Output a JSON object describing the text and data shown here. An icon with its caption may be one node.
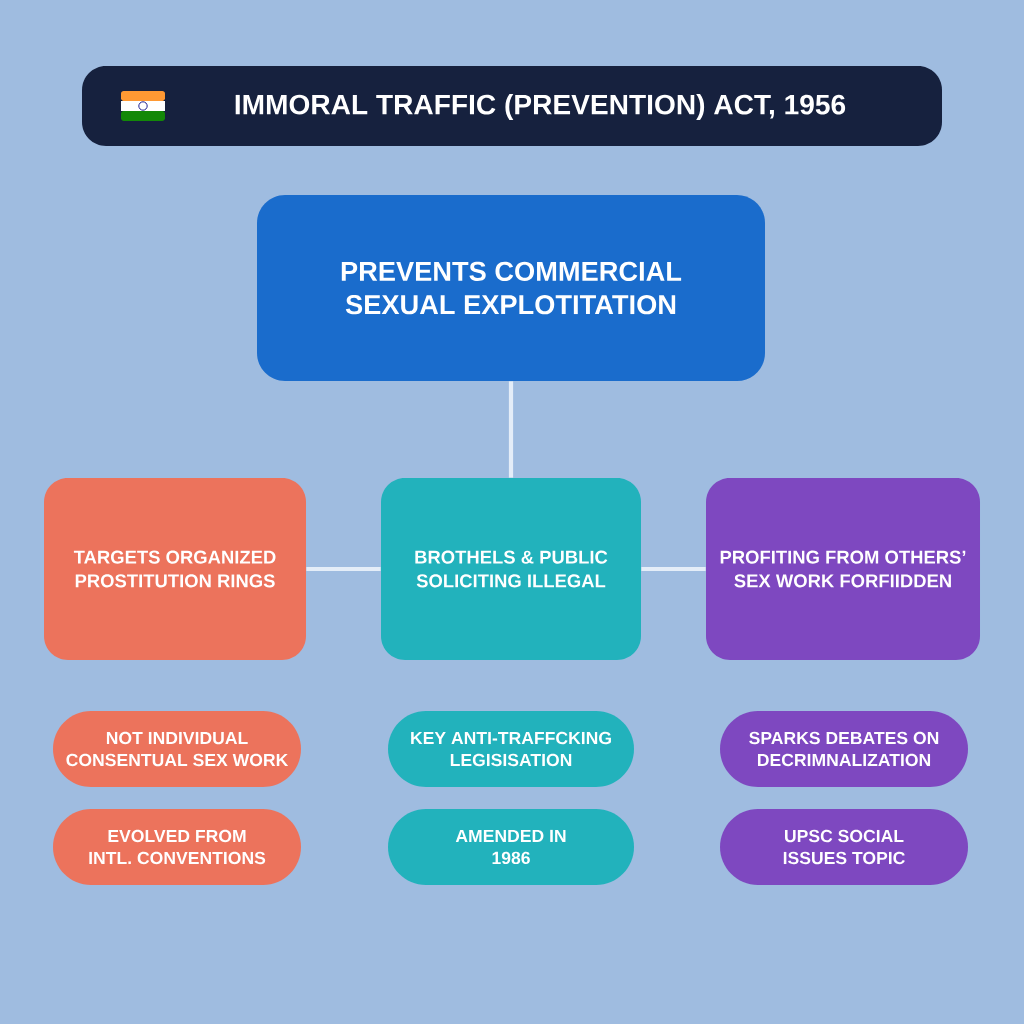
{
  "diagram": {
    "title": "IMMORAL TRAFFIC (PREVENTION) ACT, 1956",
    "nodes": [
      {
        "text": [
          "PREVENTS COMMERCIAL SEXUAL EXPLOTITATION"
        ]
      },
      {
        "text": [
          "TARGETS ORGANIZED PROSTITUTION RINGS"
        ]
      },
      {
        "text": [
          "BROTHELS & PUBLIC SOLICITING ILLEGAL"
        ]
      },
      {
        "text": [
          "PROFITING FROM OTHERS’ SEX WORK FORFIIDDEN"
        ]
      },
      {
        "text": [
          "NOT INDIVIDUAL CONSENTUAL SEX WORK"
        ]
      },
      {
        "text": [
          "EVOLVED FROM INTL. CONVENTIONS"
        ]
      },
      {
        "text": [
          "KEY ANTI-TRAFFCKING LEGISISATION"
        ]
      },
      {
        "text": [
          "AMENDED IN 1986"
        ]
      },
      {
        "text": [
          "SPARKS DEBATES ON DECRIMNALIZATION"
        ]
      },
      {
        "text": [
          "UPSC SOCIAL ISSUES TOPIC"
        ]
      }
    ],
    "edges": [
      {
        "from": 0,
        "to": 2,
        "arrow": "none"
      },
      {
        "from": 1,
        "to": 2,
        "arrow": "none"
      },
      {
        "from": 2,
        "to": 3,
        "arrow": "none"
      }
    ]
  }
}
